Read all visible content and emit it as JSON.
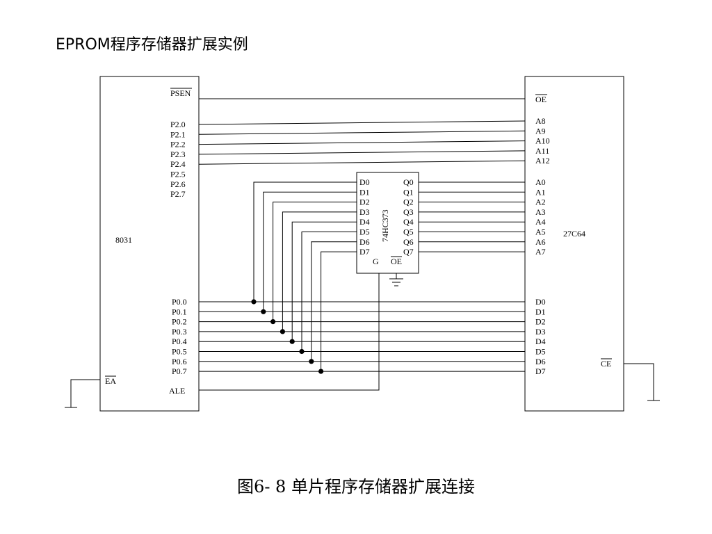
{
  "title": "EPROM程序存储器扩展实例",
  "caption": "图6- 8  单片程序存储器扩展连接",
  "mcu": {
    "name": "8031",
    "psen": "PSEN",
    "port2": [
      "P2.0",
      "P2.1",
      "P2.2",
      "P2.3",
      "P2.4",
      "P2.5",
      "P2.6",
      "P2.7"
    ],
    "port0": [
      "P0.0",
      "P0.1",
      "P0.2",
      "P0.3",
      "P0.4",
      "P0.5",
      "P0.6",
      "P0.7"
    ],
    "ea": "EA",
    "ale": "ALE"
  },
  "latch": {
    "name": "74HC373",
    "d": [
      "D0",
      "D1",
      "D2",
      "D3",
      "D4",
      "D5",
      "D6",
      "D7"
    ],
    "q": [
      "Q0",
      "Q1",
      "Q2",
      "Q3",
      "Q4",
      "Q5",
      "Q6",
      "Q7"
    ],
    "g": "G",
    "oe": "OE"
  },
  "eprom": {
    "name": "27C64",
    "oe": "OE",
    "high_addr": [
      "A8",
      "A9",
      "A10",
      "A11",
      "A12"
    ],
    "low_addr": [
      "A0",
      "A1",
      "A2",
      "A3",
      "A4",
      "A5",
      "A6",
      "A7"
    ],
    "data": [
      "D0",
      "D1",
      "D2",
      "D3",
      "D4",
      "D5",
      "D6",
      "D7"
    ],
    "ce": "CE"
  }
}
